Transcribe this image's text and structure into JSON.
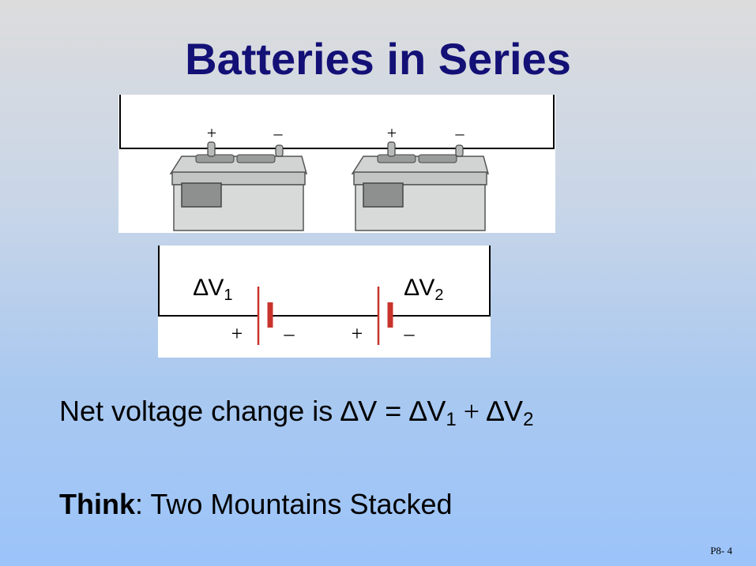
{
  "slide": {
    "title": "Batteries in Series",
    "footer": "P8- 4"
  },
  "battery_photo": {
    "terminals": [
      "+",
      "–",
      "+",
      "–"
    ]
  },
  "circuit": {
    "label_1_main": "∆V",
    "label_1_sub": "1",
    "label_2_main": "∆V",
    "label_2_sub": "2",
    "signs": [
      "+",
      "–",
      "+",
      "–"
    ]
  },
  "equation": {
    "text_prefix": "Net voltage change is ",
    "delta_v": "∆V = ∆V",
    "sub1": "1",
    "plus": " + ",
    "delta_v2": "∆V",
    "sub2": "2"
  },
  "think": {
    "bold": "Think",
    "rest": ": Two Mountains Stacked"
  }
}
